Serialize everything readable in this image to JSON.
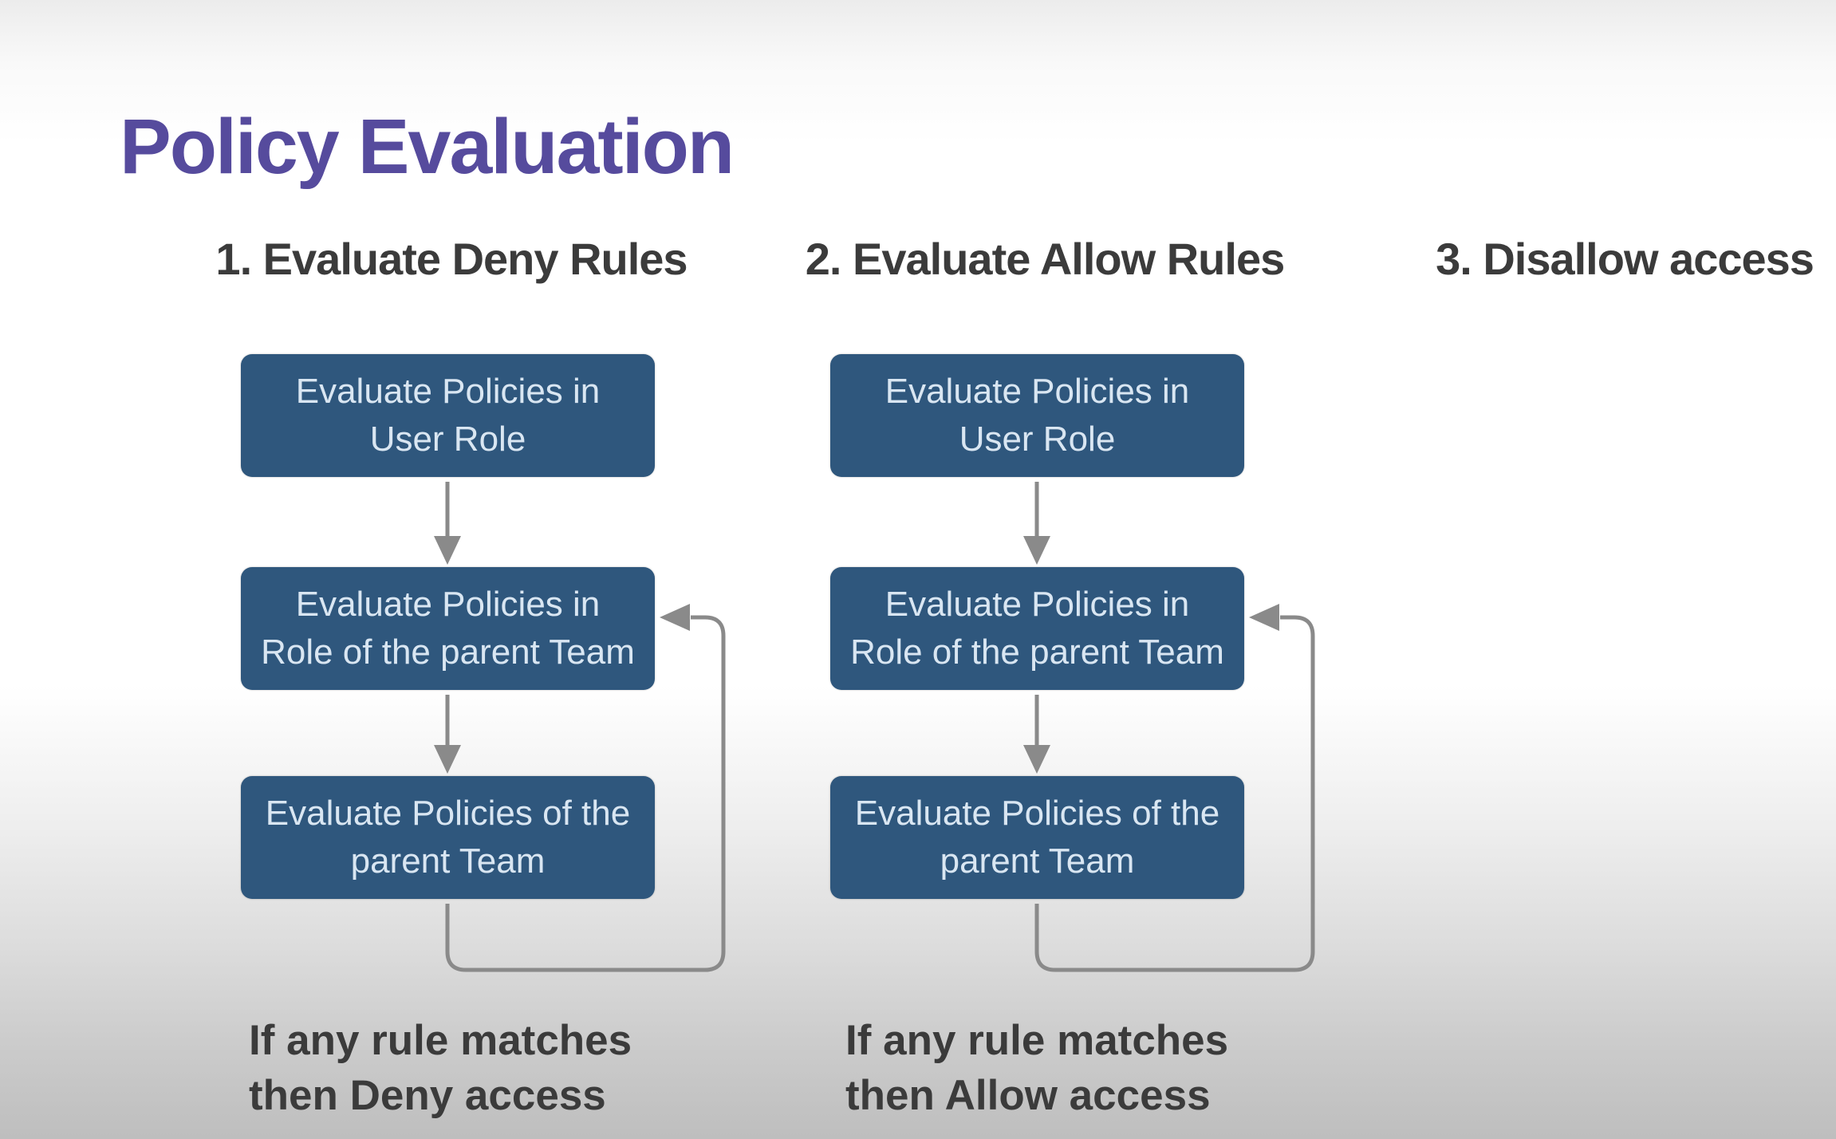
{
  "slide": {
    "title": "Policy Evaluation",
    "steps": [
      {
        "header": "1. Evaluate Deny Rules",
        "boxes": [
          {
            "lines": [
              "Evaluate Policies in",
              "User Role"
            ]
          },
          {
            "lines": [
              "Evaluate Policies in",
              "Role of the parent Team"
            ]
          },
          {
            "lines": [
              "Evaluate Policies of the",
              "parent Team"
            ]
          }
        ],
        "caption": {
          "lines": [
            "If any rule matches",
            "then Deny access"
          ]
        }
      },
      {
        "header": "2. Evaluate Allow Rules",
        "boxes": [
          {
            "lines": [
              "Evaluate Policies in",
              "User Role"
            ]
          },
          {
            "lines": [
              "Evaluate Policies in",
              "Role of the parent Team"
            ]
          },
          {
            "lines": [
              "Evaluate Policies of the",
              "parent Team"
            ]
          }
        ],
        "caption": {
          "lines": [
            "If any rule matches",
            "then Allow access"
          ]
        }
      },
      {
        "header": "3. Disallow access"
      }
    ],
    "colors": {
      "title": "#564b9d",
      "heading_text": "#3b3b3b",
      "box_fill": "#2f577d",
      "box_text": "#d9e6f2",
      "arrow": "#8a8a8a"
    }
  }
}
